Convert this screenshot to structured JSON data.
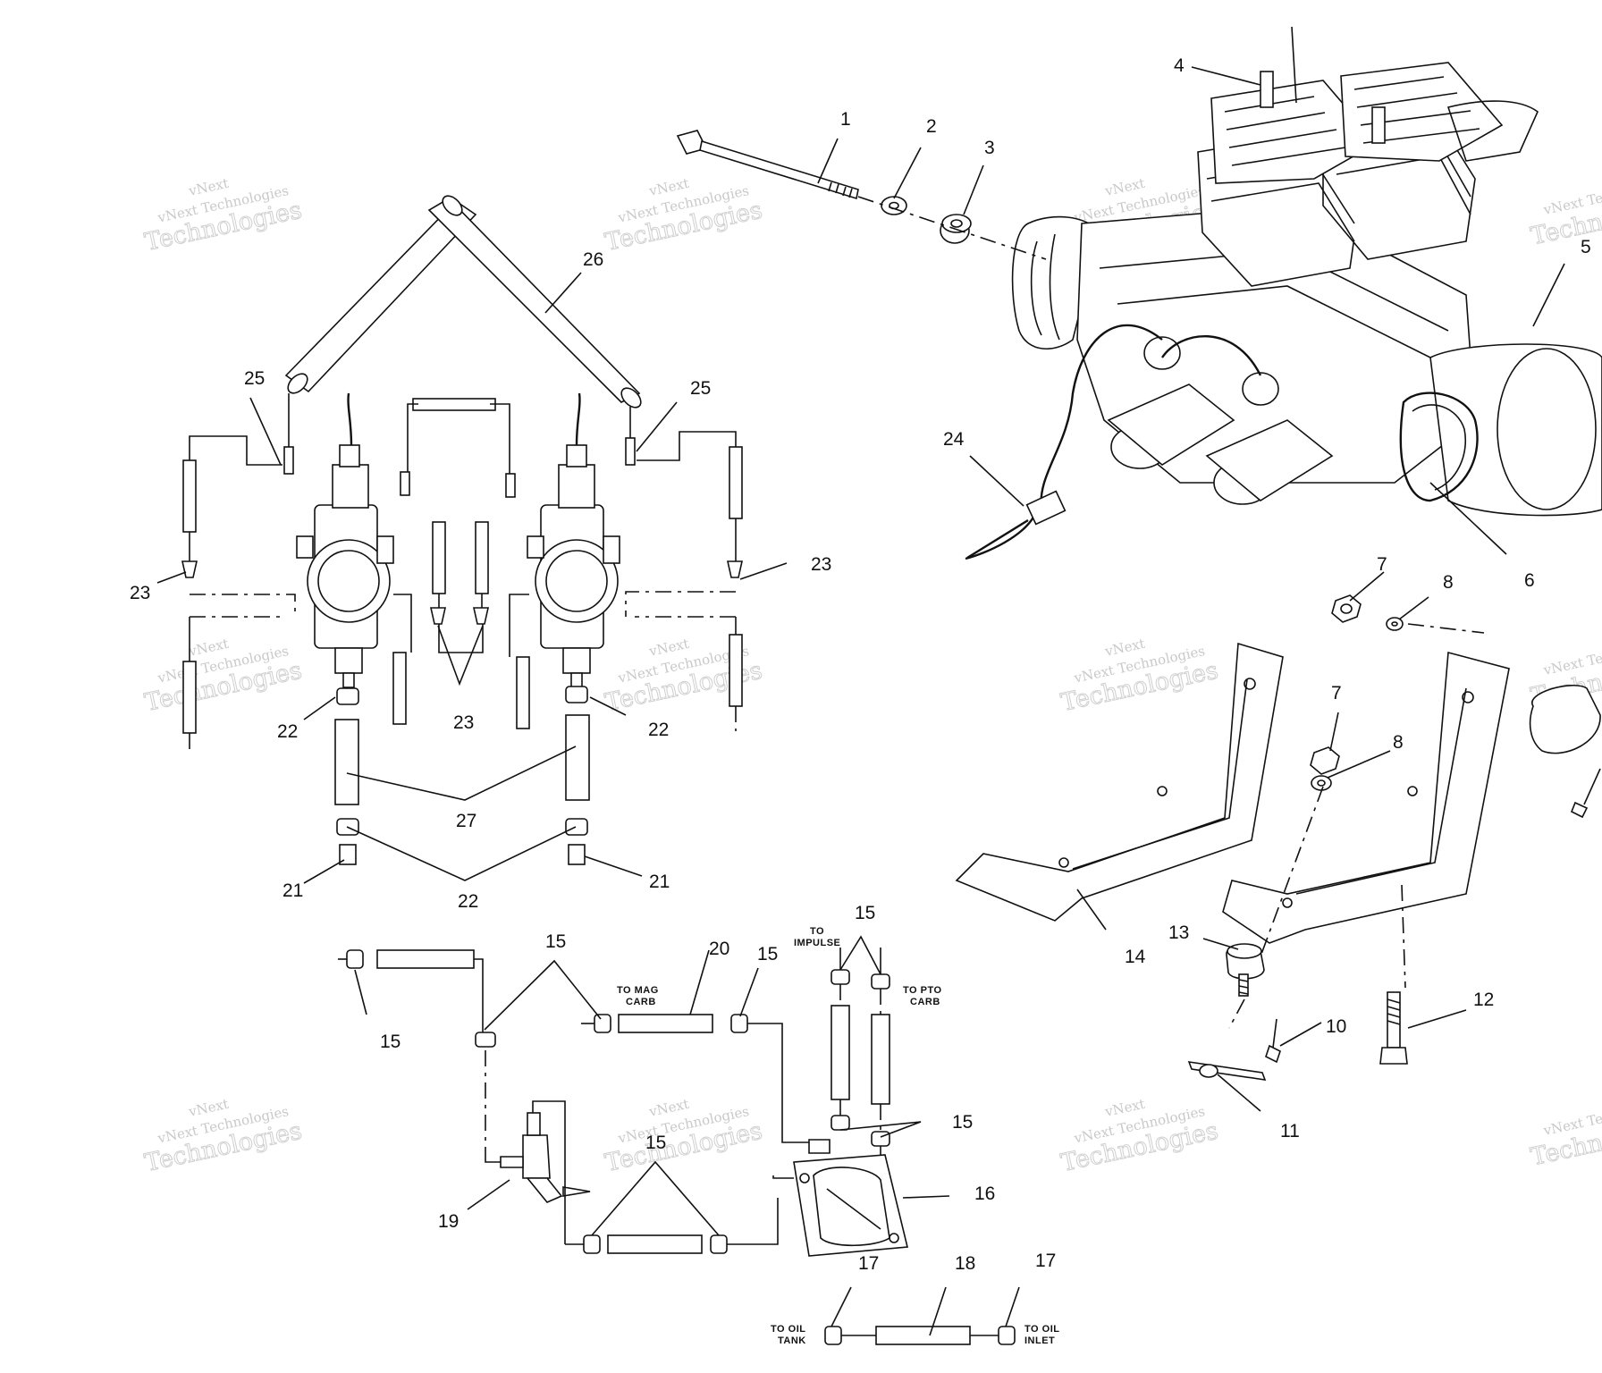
{
  "callouts": [
    {
      "id": "1",
      "label": "1"
    },
    {
      "id": "2",
      "label": "2"
    },
    {
      "id": "3",
      "label": "3"
    },
    {
      "id": "4",
      "label": "4"
    },
    {
      "id": "5",
      "label": "5"
    },
    {
      "id": "6",
      "label": "6"
    },
    {
      "id": "7a",
      "label": "7"
    },
    {
      "id": "8a",
      "label": "8"
    },
    {
      "id": "7b",
      "label": "7"
    },
    {
      "id": "8b",
      "label": "8"
    },
    {
      "id": "10",
      "label": "10"
    },
    {
      "id": "11",
      "label": "11"
    },
    {
      "id": "12",
      "label": "12"
    },
    {
      "id": "13",
      "label": "13"
    },
    {
      "id": "14",
      "label": "14"
    },
    {
      "id": "15a",
      "label": "15"
    },
    {
      "id": "15b",
      "label": "15"
    },
    {
      "id": "15c",
      "label": "15"
    },
    {
      "id": "15d",
      "label": "15"
    },
    {
      "id": "15e",
      "label": "15"
    },
    {
      "id": "15f",
      "label": "15"
    },
    {
      "id": "16",
      "label": "16"
    },
    {
      "id": "17a",
      "label": "17"
    },
    {
      "id": "17b",
      "label": "17"
    },
    {
      "id": "18",
      "label": "18"
    },
    {
      "id": "19",
      "label": "19"
    },
    {
      "id": "20",
      "label": "20"
    },
    {
      "id": "21a",
      "label": "21"
    },
    {
      "id": "21b",
      "label": "21"
    },
    {
      "id": "22a",
      "label": "22"
    },
    {
      "id": "22b",
      "label": "22"
    },
    {
      "id": "22c",
      "label": "22"
    },
    {
      "id": "23a",
      "label": "23"
    },
    {
      "id": "23b",
      "label": "23"
    },
    {
      "id": "23c",
      "label": "23"
    },
    {
      "id": "24",
      "label": "24"
    },
    {
      "id": "25a",
      "label": "25"
    },
    {
      "id": "25b",
      "label": "25"
    },
    {
      "id": "26",
      "label": "26"
    },
    {
      "id": "27",
      "label": "27"
    }
  ],
  "notes": {
    "to_mag_carb": [
      "TO MAG",
      "CARB"
    ],
    "to_impulse": [
      "TO",
      "IMPULSE"
    ],
    "to_pto_carb": [
      "TO PTO",
      "CARB"
    ],
    "to_oil_tank": [
      "TO OIL",
      "TANK"
    ],
    "to_oil_inlet": [
      "TO OIL",
      "INLET"
    ]
  },
  "watermark": {
    "line1": "vNext",
    "line2": "vNext Technologies",
    "line3": "Technologies",
    "partial1": "vNext Te",
    "partial2": "Techn"
  },
  "colors": {
    "ink": "#111111",
    "watermark": "#c9c9c9",
    "background": "#ffffff"
  }
}
